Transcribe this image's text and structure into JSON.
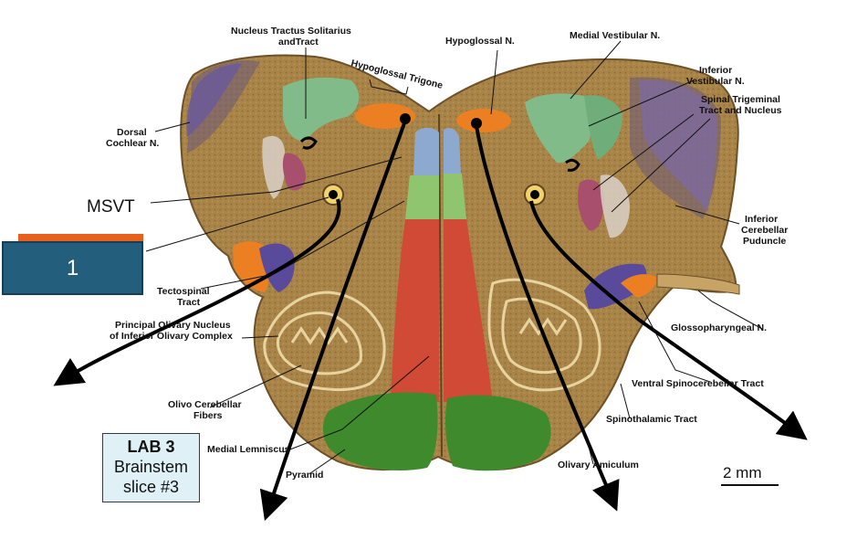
{
  "labels": {
    "nts": [
      "Nucleus Tractus Solitarius",
      "andTract"
    ],
    "hypoglossal_trigone": "Hypoglossal Trigone",
    "hypoglossal_n": "Hypoglossal N.",
    "medial_vestibular": "Medial Vestibular N.",
    "inferior_vestibular": [
      "Inferior",
      "Vestibular N."
    ],
    "spinal_trigeminal": [
      "Spinal Trigeminal",
      "Tract and Nucleus"
    ],
    "dorsal_cochlear": [
      "Dorsal",
      "Cochlear N."
    ],
    "msvt": "MSVT",
    "inferior_cerebellar": [
      "Inferior",
      "Cerebellar",
      "Puduncle"
    ],
    "tectospinal": [
      "Tectospinal",
      "Tract"
    ],
    "principal_olivary": [
      "Principal Olivary Nucleus",
      "of Inferior Olivary Complex"
    ],
    "glossopharyngeal": "Glossopharyngeal N.",
    "ventral_spinocerebellar": "Ventral Spinocerebellar Tract",
    "olivo_cerebellar": [
      "Olivo Cerebellar",
      "Fibers"
    ],
    "spinothalamic": "Spinothalamic Tract",
    "medial_lemniscus": "Medial Lemniscus",
    "pyramid": "Pyramid",
    "olivary_amiculum": "Olivary Amiculum"
  },
  "lab_box": {
    "line1": "LAB 3",
    "line2": "Brainstem",
    "line3": "slice #3"
  },
  "answer_box": {
    "text": "1"
  },
  "scale": {
    "text": "2 mm"
  },
  "colors": {
    "tissue": "#a88448",
    "tissue_light": "#c7a466",
    "green_light": "#82bb8a",
    "orange": "#ec7f22",
    "purple": "#5a4a9b",
    "blue_pale": "#8ea9cf",
    "green_mid": "#8fc56e",
    "red": "#d04a35",
    "green_dark": "#3f8a2c",
    "mauve": "#a84f6d",
    "lavender": "#7c6aa6",
    "answer_bg": "#235e7c",
    "orange_bar": "#e9601d",
    "lab_bg": "#dff1f6"
  }
}
